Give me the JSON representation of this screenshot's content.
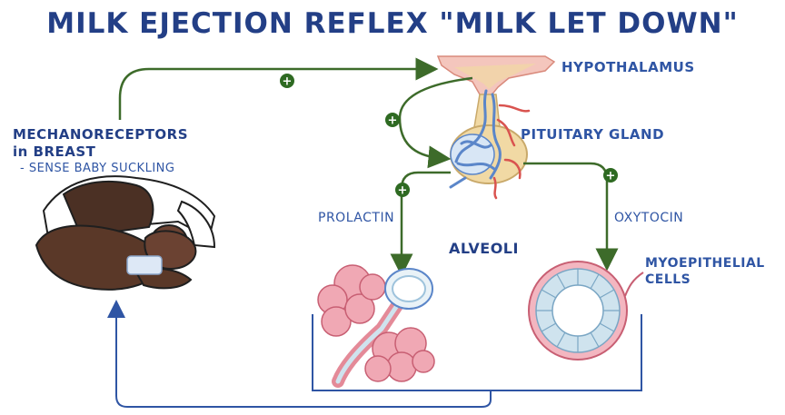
{
  "title": "MILK EJECTION REFLEX \"MILK LET DOWN\"",
  "labels": {
    "hypothalamus": "HYPOTHALAMUS",
    "pituitary": "PITUITARY GLAND",
    "mechano_line1": "MECHANORECEPTORS",
    "mechano_line2": "in BREAST",
    "mechano_line3": "- SENSE BABY SUCKLING",
    "prolactin": "PROLACTIN",
    "oxytocin": "OXYTOCIN",
    "alveoli": "ALVEOLI",
    "myo_line1": "MYOEPITHELIAL",
    "myo_line2": "CELLS"
  },
  "colors": {
    "arrow": "#3d6b2a",
    "plus_badge": "#2e6a22",
    "label": "#2f55a4",
    "bracket": "#2f55a4",
    "gland": "#f1d9a4",
    "vessel_blue": "#5b86c9",
    "vessel_red": "#d9534f",
    "alveolus_pink": "#f0a8b4",
    "cell_blue": "#cfe3ee"
  },
  "stimulatory_marks": [
    "+",
    "+",
    "+",
    "+"
  ]
}
